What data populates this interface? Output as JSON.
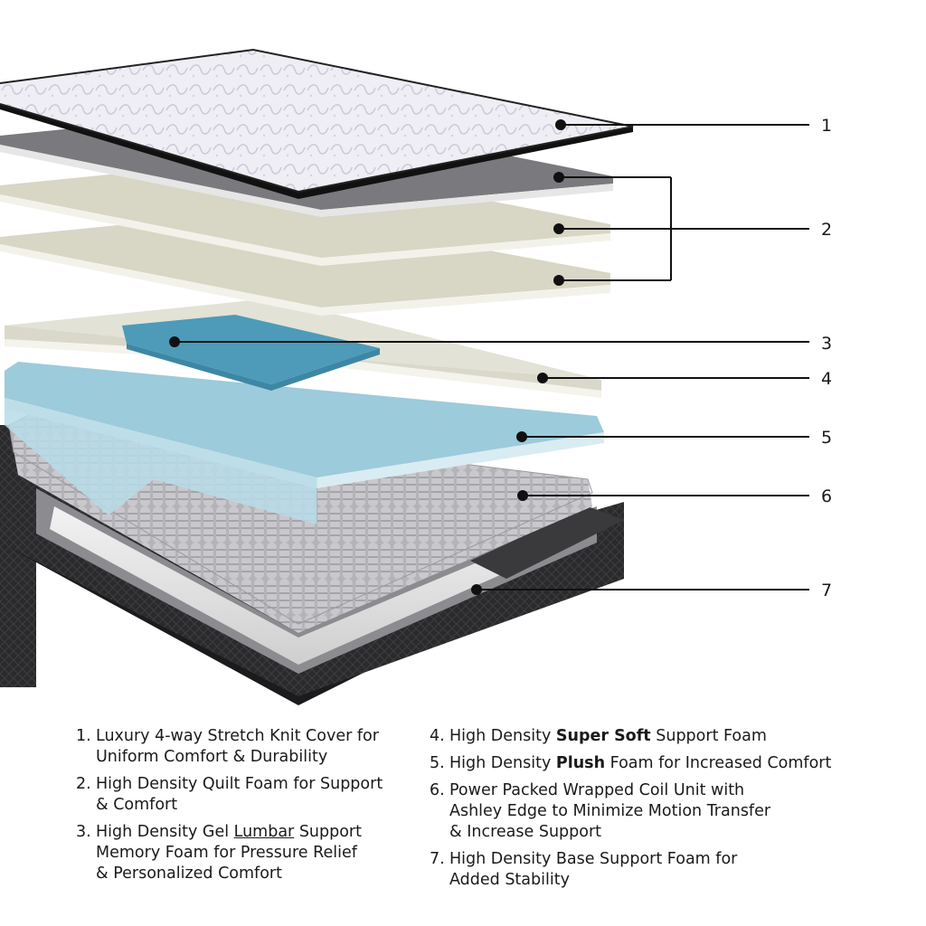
{
  "callouts": [
    "1",
    "2",
    "3",
    "4",
    "5",
    "6",
    "7"
  ],
  "legend": {
    "item1": {
      "num": "1.",
      "line1": "Luxury 4-way Stretch Knit Cover for",
      "line2": "Uniform Comfort & Durability"
    },
    "item2": {
      "num": "2.",
      "line1": "High Density Quilt Foam for Support",
      "line2": "& Comfort"
    },
    "item3": {
      "num": "3.",
      "pre": "High Density Gel ",
      "underlined": "Lumbar",
      "post": " Support",
      "line2": "Memory Foam for Pressure Relief",
      "line3": "& Personalized Comfort"
    },
    "item4": {
      "num": "4.",
      "pre": "High Density ",
      "bold": "Super Soft",
      "post": " Support Foam"
    },
    "item5": {
      "num": "5.",
      "pre": "High Density ",
      "bold": "Plush",
      "post": " Foam for Increased Comfort"
    },
    "item6": {
      "num": "6.",
      "line1": "Power Packed Wrapped Coil Unit with",
      "line2": "Ashley Edge to Minimize Motion Transfer",
      "line3": "& Increase Support"
    },
    "item7": {
      "num": "7.",
      "line1": "High Density Base Support Foam for",
      "line2": "Added Stability"
    }
  },
  "colors": {
    "cover": "#e9e9f0",
    "quilt_dark": "#7a7a7e",
    "quilt_cream": "#d8d6c4",
    "gel_lumbar": "#4d9bb8",
    "super_soft": "#dedcd0",
    "plush": "#a9d1de",
    "coils": "#a8a8ac",
    "base": "#2f2f31",
    "line": "#111111"
  }
}
